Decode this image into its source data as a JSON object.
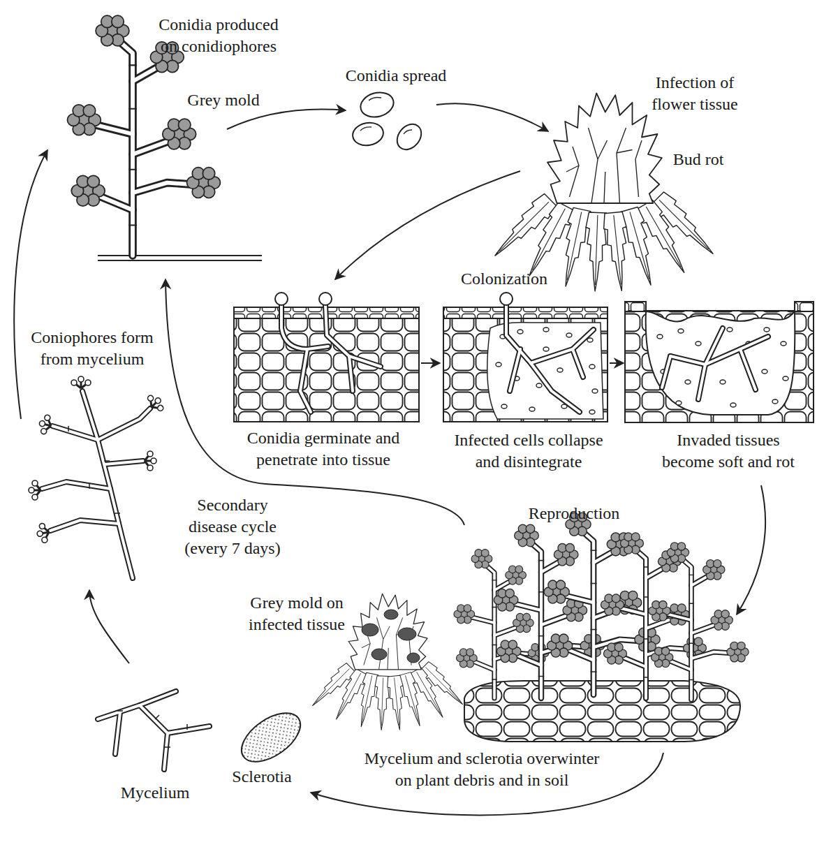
{
  "diagram": {
    "labels": [
      "Conidia produced on conidiophores",
      "Grey mold",
      "Conidia spread",
      "Infection of flower tissue",
      "Bud rot",
      "Colonization",
      "Coniophores form from mycelium",
      "Conidia germinate and penetrate into tissue",
      "Infected cells collapse and disintegrate",
      "Invaded tissues become soft and rot",
      "Secondary disease cycle (every 7 days)",
      "Reproduction",
      "Grey mold on infected tissue",
      "Mycelium and sclerotia overwinter on plant debris and in soil",
      "Sclerotia",
      "Mycelium"
    ]
  }
}
